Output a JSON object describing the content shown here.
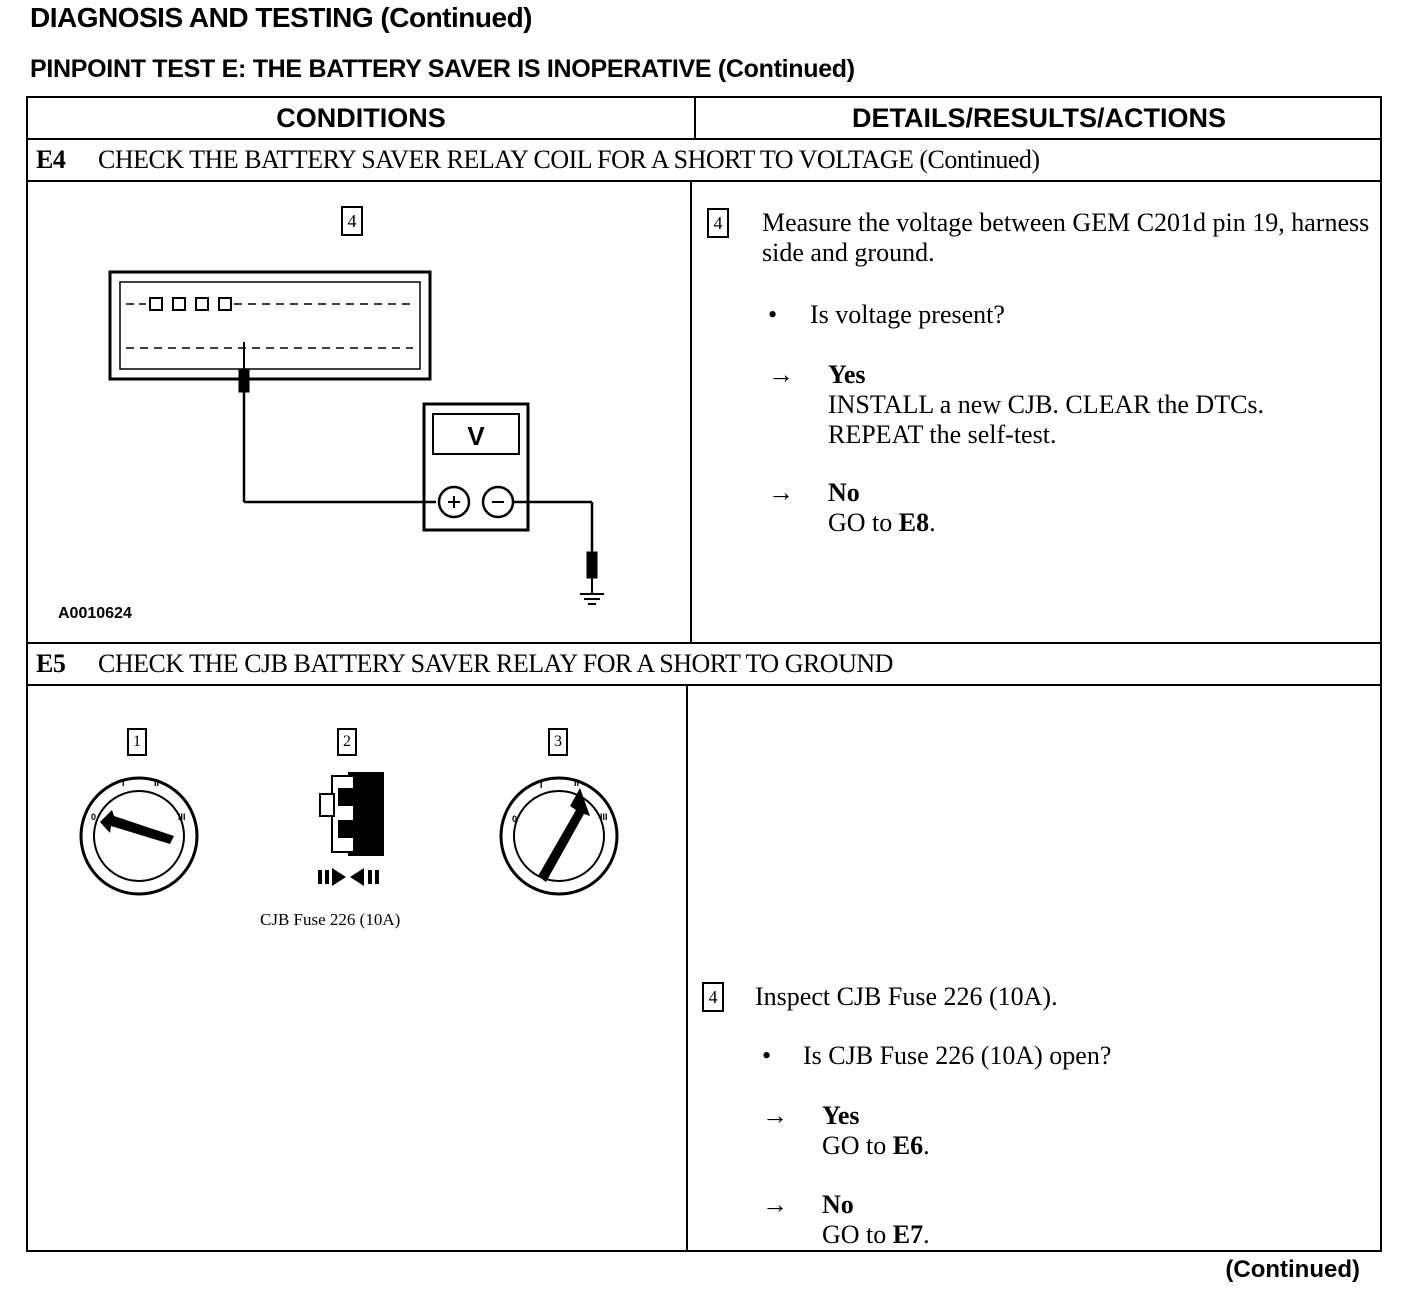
{
  "page_title": "DIAGNOSIS AND TESTING (Continued)",
  "test_title": "PINPOINT TEST E: THE BATTERY SAVER IS INOPERATIVE (Continued)",
  "table": {
    "col_conditions": "CONDITIONS",
    "col_details": "DETAILS/RESULTS/ACTIONS"
  },
  "e4": {
    "id": "E4",
    "title": "CHECK THE BATTERY SAVER RELAY COIL FOR A SHORT TO VOLTAGE (Continued)",
    "figure_step": "4",
    "meter_label": "V",
    "figure_id": "A0010624",
    "action_step": "4",
    "action": "Measure the voltage between GEM C201d pin 19, harness side and ground.",
    "question": "Is voltage present?",
    "yes_label": "Yes",
    "yes_text": "INSTALL a new CJB. CLEAR the DTCs. REPEAT the self-test.",
    "no_label": "No",
    "no_text_prefix": "GO to ",
    "no_text_target": "E8",
    "no_text_suffix": "."
  },
  "e5": {
    "id": "E5",
    "title": "CHECK THE CJB BATTERY SAVER RELAY FOR A SHORT TO GROUND",
    "figure_steps": [
      "1",
      "2",
      "3"
    ],
    "fuse_label": "CJB Fuse 226 (10A)",
    "action_step": "4",
    "action": "Inspect CJB Fuse 226 (10A).",
    "question": "Is CJB Fuse 226 (10A) open?",
    "yes_label": "Yes",
    "yes_prefix": "GO to ",
    "yes_target": "E6",
    "yes_suffix": ".",
    "no_label": "No",
    "no_prefix": "GO to ",
    "no_target": "E7",
    "no_suffix": "."
  },
  "symbols": {
    "bullet": "•",
    "arrow": "→"
  },
  "footer": "(Continued)"
}
